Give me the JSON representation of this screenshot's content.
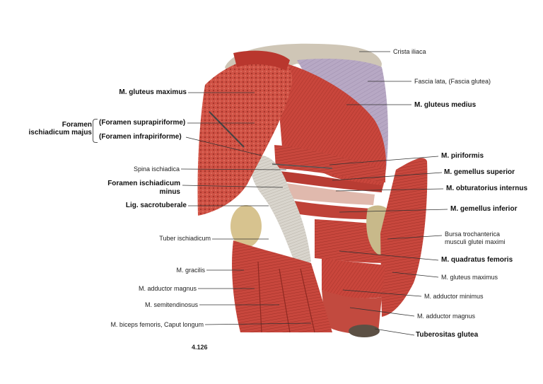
{
  "figure": {
    "plate_number": "4.126",
    "colors": {
      "muscle": "#c9463c",
      "muscle_dark": "#8f2a22",
      "muscle_light": "#e07a66",
      "fascia": "#b9a9c2",
      "tendon": "#d8d4cc",
      "bone": "#d6c28a",
      "leader": "#333333"
    }
  },
  "labels": {
    "crista_iliaca": "Crista iliaca",
    "fascia_lata": "Fascia lata, (Fascia glutea)",
    "gluteus_medius": "M. gluteus medius",
    "gluteus_maximus": "M. gluteus maximus",
    "foramen_majus_1": "Foramen",
    "foramen_majus_2": "ischiadicum majus",
    "foramen_suprapiriforme": "(Foramen suprapiriforme)",
    "foramen_infrapiriforme": "(Foramen infrapiriforme)",
    "piriformis": "M. piriformis",
    "spina_ischiadica": "Spina ischiadica",
    "gemellus_superior": "M. gemellus superior",
    "foramen_minus_1": "Foramen ischiadicum",
    "foramen_minus_2": "minus",
    "obturatorius_internus": "M. obturatorius internus",
    "lig_sacrotuberale": "Lig. sacrotuberale",
    "gemellus_inferior": "M. gemellus inferior",
    "tuber_ischiadicum": "Tuber ischiadicum",
    "bursa_1": "Bursa trochanterica",
    "bursa_2": "musculi glutei maximi",
    "quadratus_femoris": "M. quadratus femoris",
    "gracilis": "M. gracilis",
    "gluteus_maximus_lower": "M. gluteus maximus",
    "adductor_magnus_left": "M. adductor magnus",
    "adductor_minimus": "M. adductor minimus",
    "semitendinosus": "M. semitendinosus",
    "adductor_magnus_right": "M. adductor magnus",
    "biceps_femoris": "M. biceps femoris, Caput longum",
    "tuberositas_glutea": "Tuberositas glutea"
  }
}
